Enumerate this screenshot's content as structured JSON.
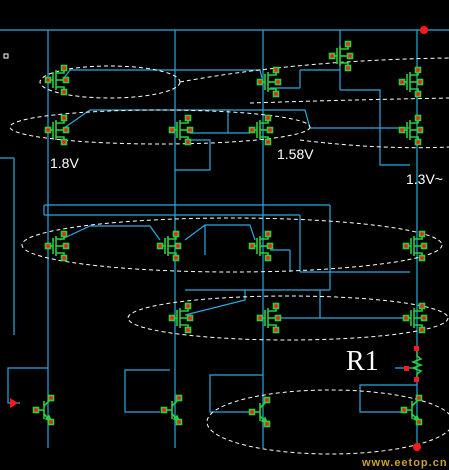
{
  "colors": {
    "background": "#000000",
    "wire": "#2aa9e0",
    "device": "#29d13c",
    "pin": "#ff1a1a",
    "group_outline": "#ffffff",
    "label": "#ffffff",
    "watermark": "#c9a227"
  },
  "labels": {
    "v_1_8": "1.8V",
    "v_1_58": "1.58V",
    "v_1_3": "1.3V~",
    "r1": "R1"
  },
  "watermark": "www.eetop.cn",
  "device_rows": [
    {
      "row": "top-pmos-mirror",
      "count": 4,
      "kind": "mos"
    },
    {
      "row": "pmos-cascode",
      "count": 4,
      "kind": "mos"
    },
    {
      "row": "middle-mirror",
      "count": 4,
      "kind": "mos"
    },
    {
      "row": "nmos-cascode",
      "count": 3,
      "kind": "mos"
    },
    {
      "row": "bottom-bjt",
      "count": 4,
      "kind": "bjt"
    }
  ],
  "resistor": {
    "name": "R1",
    "kind": "resistor"
  }
}
